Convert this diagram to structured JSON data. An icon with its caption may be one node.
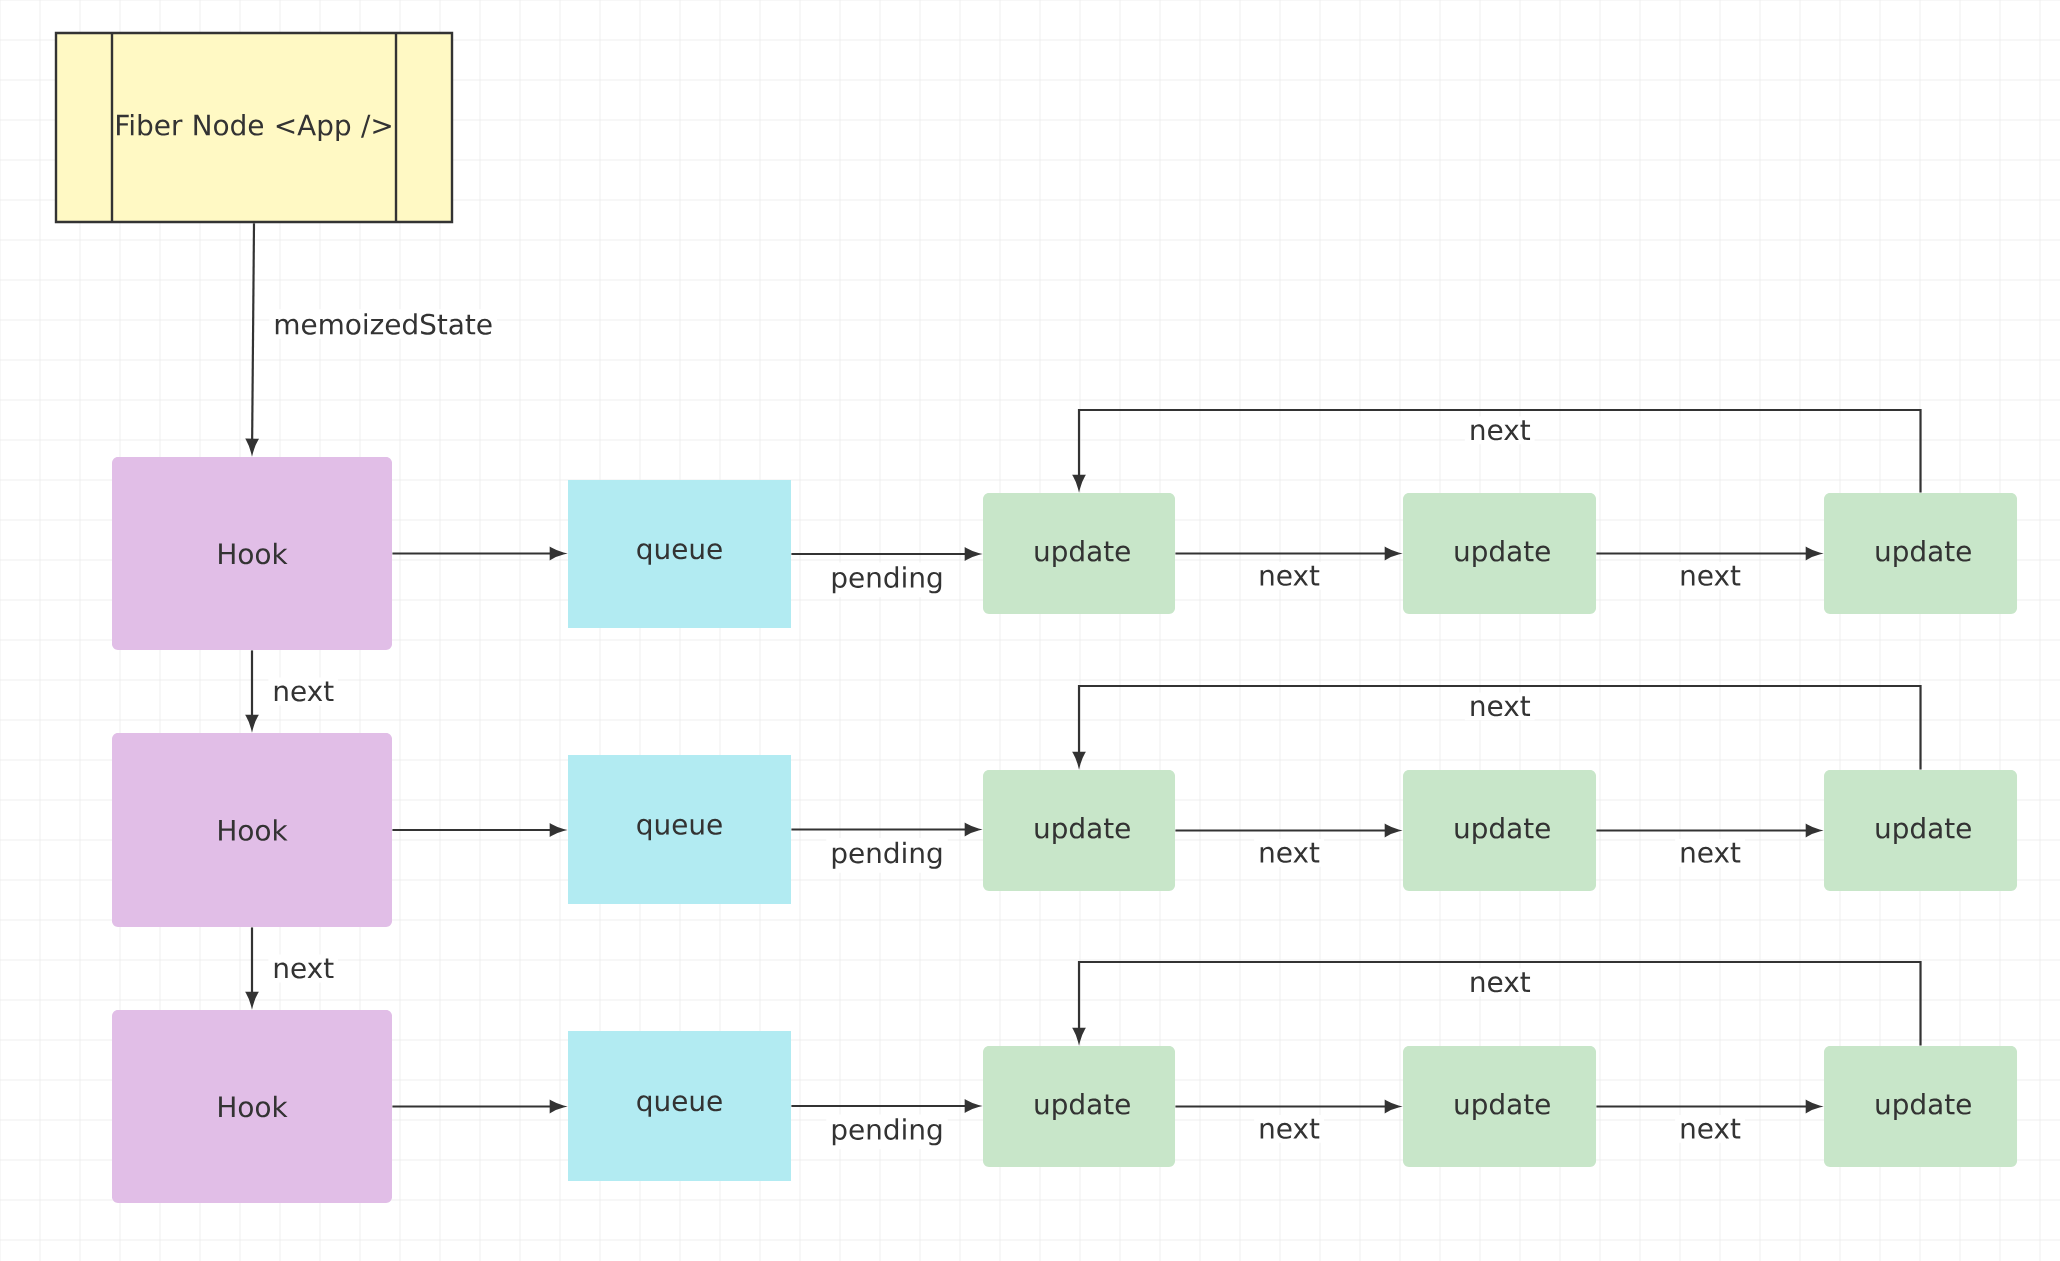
{
  "diagram": {
    "nodes": [
      {
        "text": [
          "Fiber Node <App />"
        ]
      },
      {
        "text": [
          "Hook"
        ]
      },
      {
        "text": [
          "queue"
        ]
      },
      {
        "text": [
          "update"
        ]
      },
      {
        "text": [
          "update"
        ]
      },
      {
        "text": [
          "update"
        ]
      },
      {
        "text": [
          "Hook"
        ]
      },
      {
        "text": [
          "queue"
        ]
      },
      {
        "text": [
          "update"
        ]
      },
      {
        "text": [
          "update"
        ]
      },
      {
        "text": [
          "update"
        ]
      },
      {
        "text": [
          "Hook"
        ]
      },
      {
        "text": [
          "queue"
        ]
      },
      {
        "text": [
          "update"
        ]
      },
      {
        "text": [
          "update"
        ]
      },
      {
        "text": [
          "update"
        ]
      }
    ],
    "edges": [
      {
        "from": 0,
        "to": 1,
        "arrow": "to",
        "label": "memoizedState"
      },
      {
        "from": 1,
        "to": 2,
        "arrow": "to"
      },
      {
        "from": 2,
        "to": 3,
        "arrow": "to",
        "label": "pending"
      },
      {
        "from": 3,
        "to": 4,
        "arrow": "to",
        "label": "next"
      },
      {
        "from": 4,
        "to": 5,
        "arrow": "to",
        "label": "next"
      },
      {
        "from": 5,
        "to": 3,
        "arrow": "to",
        "label": "next"
      },
      {
        "from": 1,
        "to": 6,
        "arrow": "to",
        "label": "next"
      },
      {
        "from": 6,
        "to": 7,
        "arrow": "to"
      },
      {
        "from": 7,
        "to": 8,
        "arrow": "to",
        "label": "pending"
      },
      {
        "from": 8,
        "to": 9,
        "arrow": "to",
        "label": "next"
      },
      {
        "from": 9,
        "to": 10,
        "arrow": "to",
        "label": "next"
      },
      {
        "from": 10,
        "to": 8,
        "arrow": "to",
        "label": "next"
      },
      {
        "from": 6,
        "to": 11,
        "arrow": "to",
        "label": "next"
      },
      {
        "from": 11,
        "to": 12,
        "arrow": "to"
      },
      {
        "from": 12,
        "to": 13,
        "arrow": "to",
        "label": "pending"
      },
      {
        "from": 13,
        "to": 14,
        "arrow": "to",
        "label": "next"
      },
      {
        "from": 14,
        "to": 15,
        "arrow": "to",
        "label": "next"
      },
      {
        "from": 15,
        "to": 13,
        "arrow": "to",
        "label": "next"
      }
    ]
  }
}
